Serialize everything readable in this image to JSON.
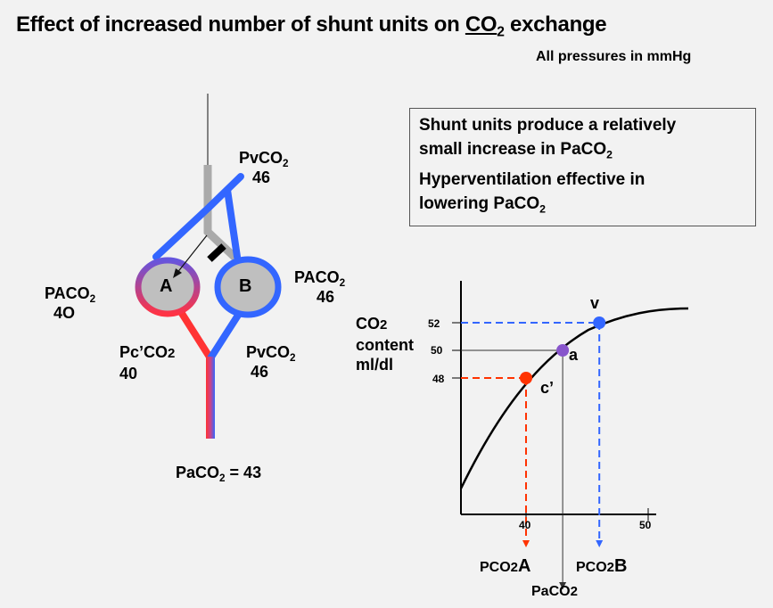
{
  "title": {
    "prefix": "Effect of increased number of shunt units on ",
    "co": "CO",
    "sub": "2",
    "suffix": " exchange"
  },
  "subtitle": "All pressures in mmHg",
  "info": {
    "line1a": "Shunt units produce  a relatively",
    "line1b": "small increase in PaCO",
    "line1b_sub": "2",
    "line2a": " Hyperventilation effective in",
    "line2b": "lowering PaCO",
    "line2b_sub": "2"
  },
  "diagram": {
    "pv_top": {
      "name": "PvCO",
      "sub": "2",
      "value": "46"
    },
    "alveolus_a": {
      "letter": "A",
      "name": "PACO",
      "sub": "2",
      "value": "4O"
    },
    "alveolus_b": {
      "letter": "B",
      "name": "PACO",
      "sub": "2",
      "value": "46"
    },
    "pc_a": {
      "name": "Pc’CO",
      "sub": "2",
      "value": "40"
    },
    "pv_b": {
      "name": "PvCO",
      "sub": "2",
      "value": "46"
    },
    "arterial": {
      "name": "PaCO",
      "sub": "2",
      "equals": " = 43"
    },
    "colors": {
      "venous": "#3366ff",
      "arterial": "#ff3333",
      "alveolus_fill": "#bfbfbf",
      "airway": "#aaaaaa"
    }
  },
  "chart_data": {
    "type": "line",
    "ylabel_lines": [
      "CO",
      "content",
      "ml/dl"
    ],
    "ylabel_sub": "2",
    "x_ticks": [
      "40",
      "50"
    ],
    "y_ticks": [
      "52",
      "50",
      "48"
    ],
    "points": [
      {
        "label": "v",
        "x": 46,
        "y": 52,
        "color": "#3366ff"
      },
      {
        "label": "a",
        "x": 43,
        "y": 50,
        "color": "#8855cc"
      },
      {
        "label": "c’",
        "x": 40,
        "y": 48,
        "color": "#ff3300"
      }
    ],
    "bottom_labels": {
      "left_name": "PCO",
      "left_sub": "2",
      "left_letter": "A",
      "right_name": "PCO",
      "right_sub": "2",
      "right_letter": "B",
      "center_name": "PaCO",
      "center_sub": "2"
    }
  }
}
